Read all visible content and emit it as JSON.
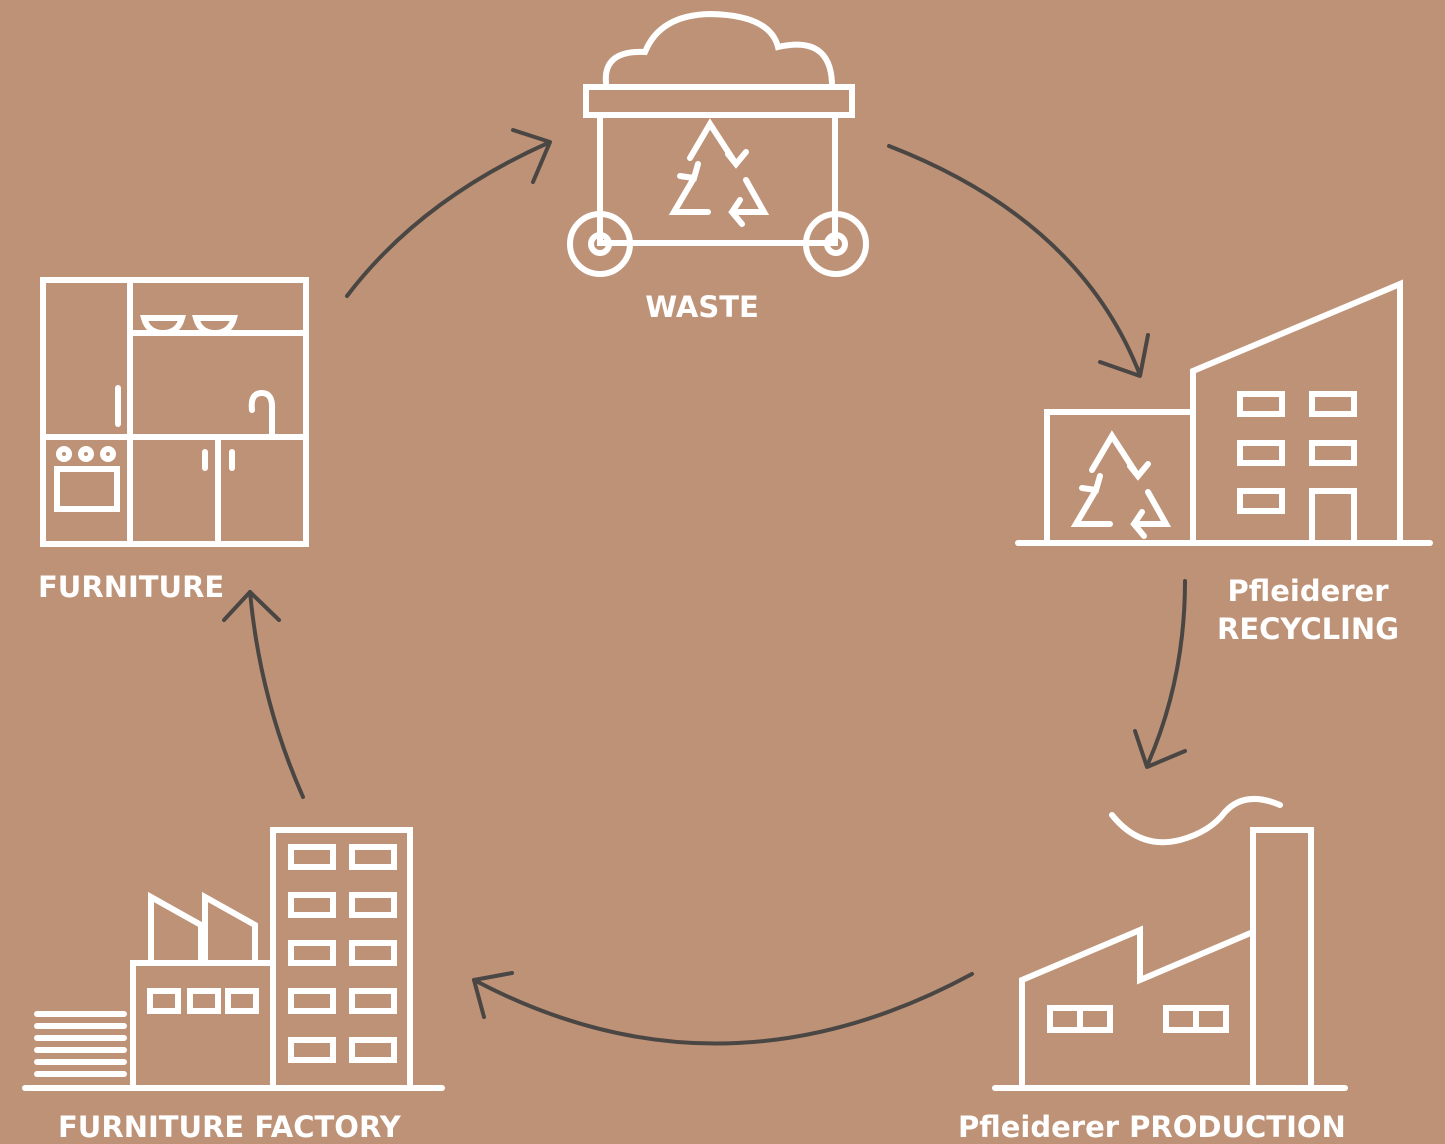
{
  "colors": {
    "background": "#bd9277",
    "icon_stroke": "#ffffff",
    "arrow": "#4a4644",
    "label": "#ffffff"
  },
  "nodes": {
    "waste": {
      "label": "WASTE",
      "icon": "waste-container-icon"
    },
    "recycling": {
      "line1": "Pfleiderer",
      "line2": "RECYCLING",
      "icon": "recycling-plant-icon"
    },
    "production": {
      "label": "Pfleiderer PRODUCTION",
      "icon": "production-factory-icon"
    },
    "factory": {
      "label": "FURNITURE FACTORY",
      "icon": "furniture-factory-icon"
    },
    "furniture": {
      "label": "FURNITURE",
      "icon": "kitchen-furniture-icon"
    }
  },
  "flow": [
    {
      "from": "furniture",
      "to": "waste"
    },
    {
      "from": "waste",
      "to": "recycling"
    },
    {
      "from": "recycling",
      "to": "production"
    },
    {
      "from": "production",
      "to": "factory"
    },
    {
      "from": "factory",
      "to": "furniture"
    }
  ]
}
